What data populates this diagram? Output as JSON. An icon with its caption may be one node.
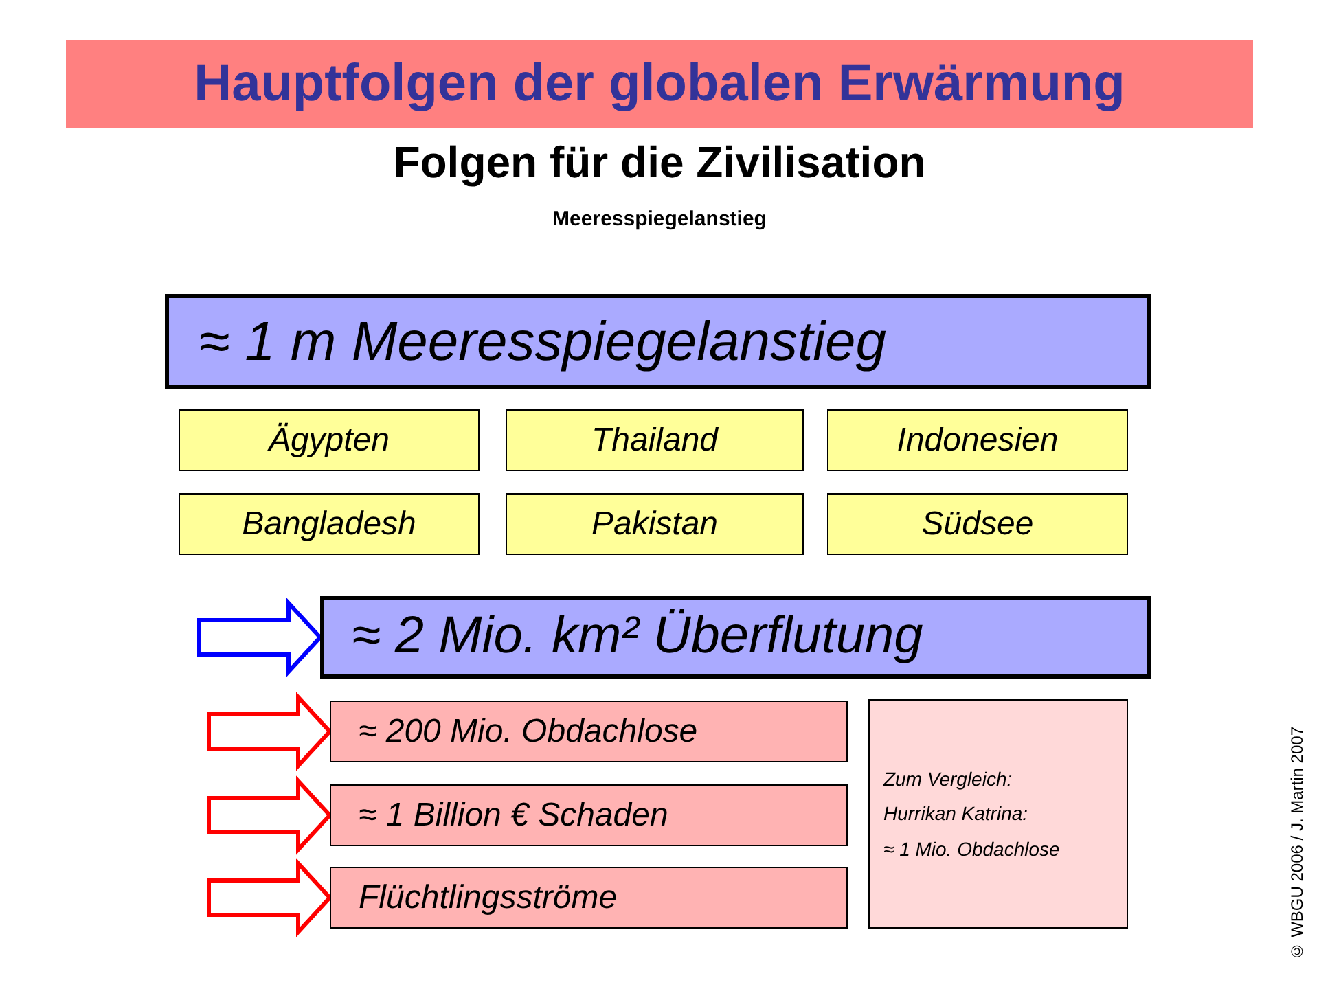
{
  "diagram": {
    "title": "Hauptfolgen der globalen Erwärmung",
    "nodes": [
      {
        "text": [
          "≈ 1 m Meeresspiegelanstieg"
        ]
      },
      {
        "text": [
          "Ägypten"
        ]
      },
      {
        "text": [
          "Thailand"
        ]
      },
      {
        "text": [
          "Indonesien"
        ]
      },
      {
        "text": [
          "Bangladesh"
        ]
      },
      {
        "text": [
          "Pakistan"
        ]
      },
      {
        "text": [
          "Südsee"
        ]
      },
      {
        "text": [
          "≈ 2 Mio. km² Überflutung"
        ]
      },
      {
        "text": [
          "≈ 200 Mio. Obdachlose"
        ]
      },
      {
        "text": [
          "≈ 1 Billion € Schaden"
        ]
      },
      {
        "text": [
          "Flüchtlingsströme"
        ]
      },
      {
        "text": [
          "Zum Vergleich:",
          "Hurrikan Katrina:",
          "≈ 1 Mio. Obdachlose"
        ]
      }
    ],
    "edges": [
      {
        "from": null,
        "to": 7,
        "arrow": "to",
        "color": "#0000ff"
      },
      {
        "from": null,
        "to": 8,
        "arrow": "to"
      },
      {
        "from": null,
        "to": 9,
        "arrow": "to"
      },
      {
        "from": null,
        "to": 10,
        "arrow": "to"
      }
    ],
    "labels": [
      "Folgen für die Zivilisation",
      "Meeresspiegelanstieg",
      "© WBGU 2006 / J. Martin 2007"
    ]
  }
}
